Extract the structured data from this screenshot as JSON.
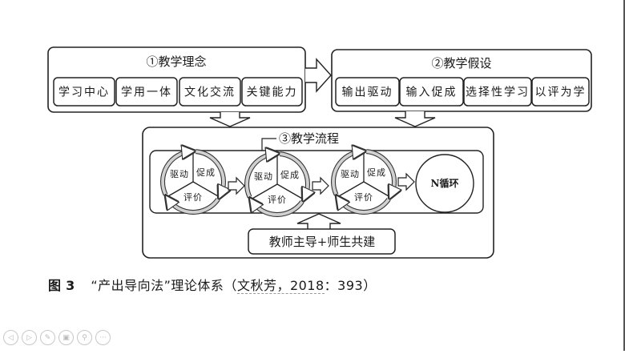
{
  "box1": {
    "title": "①教学理念",
    "items": [
      "学习中心",
      "学用一体",
      "文化交流",
      "关键能力"
    ]
  },
  "box2": {
    "title": "②教学假设",
    "items": [
      "输出驱动",
      "输入促成",
      "选择性学习",
      "以评为学"
    ]
  },
  "box3": {
    "title": "③教学流程",
    "cycles": [
      {
        "drive": "驱动",
        "enable": "促成",
        "assess": "评价"
      },
      {
        "drive": "驱动",
        "enable": "促成",
        "assess": "评价"
      },
      {
        "drive": "驱动",
        "enable": "促成",
        "assess": "评价"
      }
    ],
    "final_circle": "N循环",
    "support": "教师主导+师生共建"
  },
  "caption": {
    "fig_label": "图",
    "fig_number": "3",
    "text": "“产出导向法”理论体系（",
    "citation": "文秋芳，2018",
    "suffix": "：393）"
  },
  "nav": {
    "buttons": [
      {
        "icon": "prev-icon",
        "glyph": "◁"
      },
      {
        "icon": "next-icon",
        "glyph": "▷"
      },
      {
        "icon": "pen-icon",
        "glyph": "✎"
      },
      {
        "icon": "slides-icon",
        "glyph": "▣"
      },
      {
        "icon": "zoom-icon",
        "glyph": "⚲"
      },
      {
        "icon": "more-icon",
        "glyph": "···"
      }
    ]
  }
}
